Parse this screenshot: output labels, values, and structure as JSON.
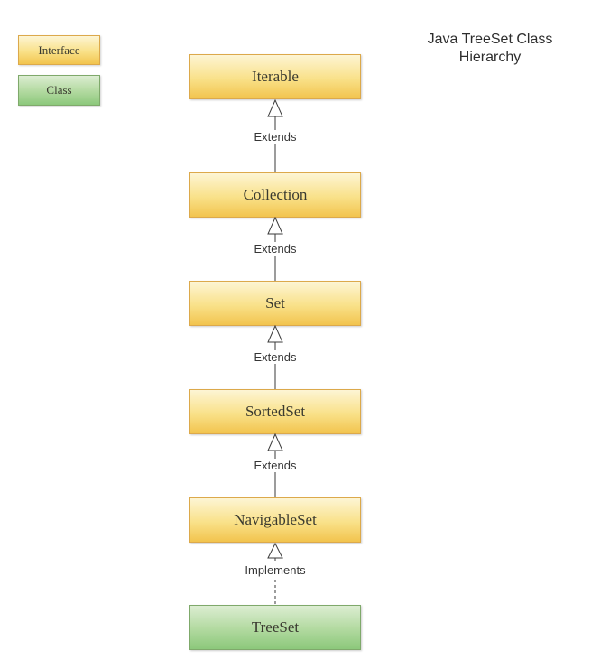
{
  "title": {
    "line1": "Java TreeSet Class",
    "line2": "Hierarchy"
  },
  "legend": {
    "interface_label": "Interface",
    "class_label": "Class"
  },
  "diagram": {
    "nodes": [
      {
        "label": "Iterable",
        "type": "interface"
      },
      {
        "label": "Collection",
        "type": "interface"
      },
      {
        "label": "Set",
        "type": "interface"
      },
      {
        "label": "SortedSet",
        "type": "interface"
      },
      {
        "label": "NavigableSet",
        "type": "interface"
      },
      {
        "label": "TreeSet",
        "type": "class"
      }
    ],
    "connectors": [
      {
        "from": "Collection",
        "to": "Iterable",
        "label": "Extends",
        "line_style": "solid"
      },
      {
        "from": "Set",
        "to": "Collection",
        "label": "Extends",
        "line_style": "solid"
      },
      {
        "from": "SortedSet",
        "to": "Set",
        "label": "Extends",
        "line_style": "solid"
      },
      {
        "from": "NavigableSet",
        "to": "SortedSet",
        "label": "Extends",
        "line_style": "solid"
      },
      {
        "from": "TreeSet",
        "to": "NavigableSet",
        "label": "Implements",
        "line_style": "dashed"
      }
    ]
  },
  "colors": {
    "interface_fill_top": "#fdf5d4",
    "interface_fill_bottom": "#f2c44e",
    "interface_border": "#dca94b",
    "class_fill_top": "#dcedd2",
    "class_fill_bottom": "#8cc87b",
    "class_border": "#7fa96b",
    "line_color": "#3a3a3a",
    "text_color": "#3a3a30",
    "background": "#ffffff"
  }
}
